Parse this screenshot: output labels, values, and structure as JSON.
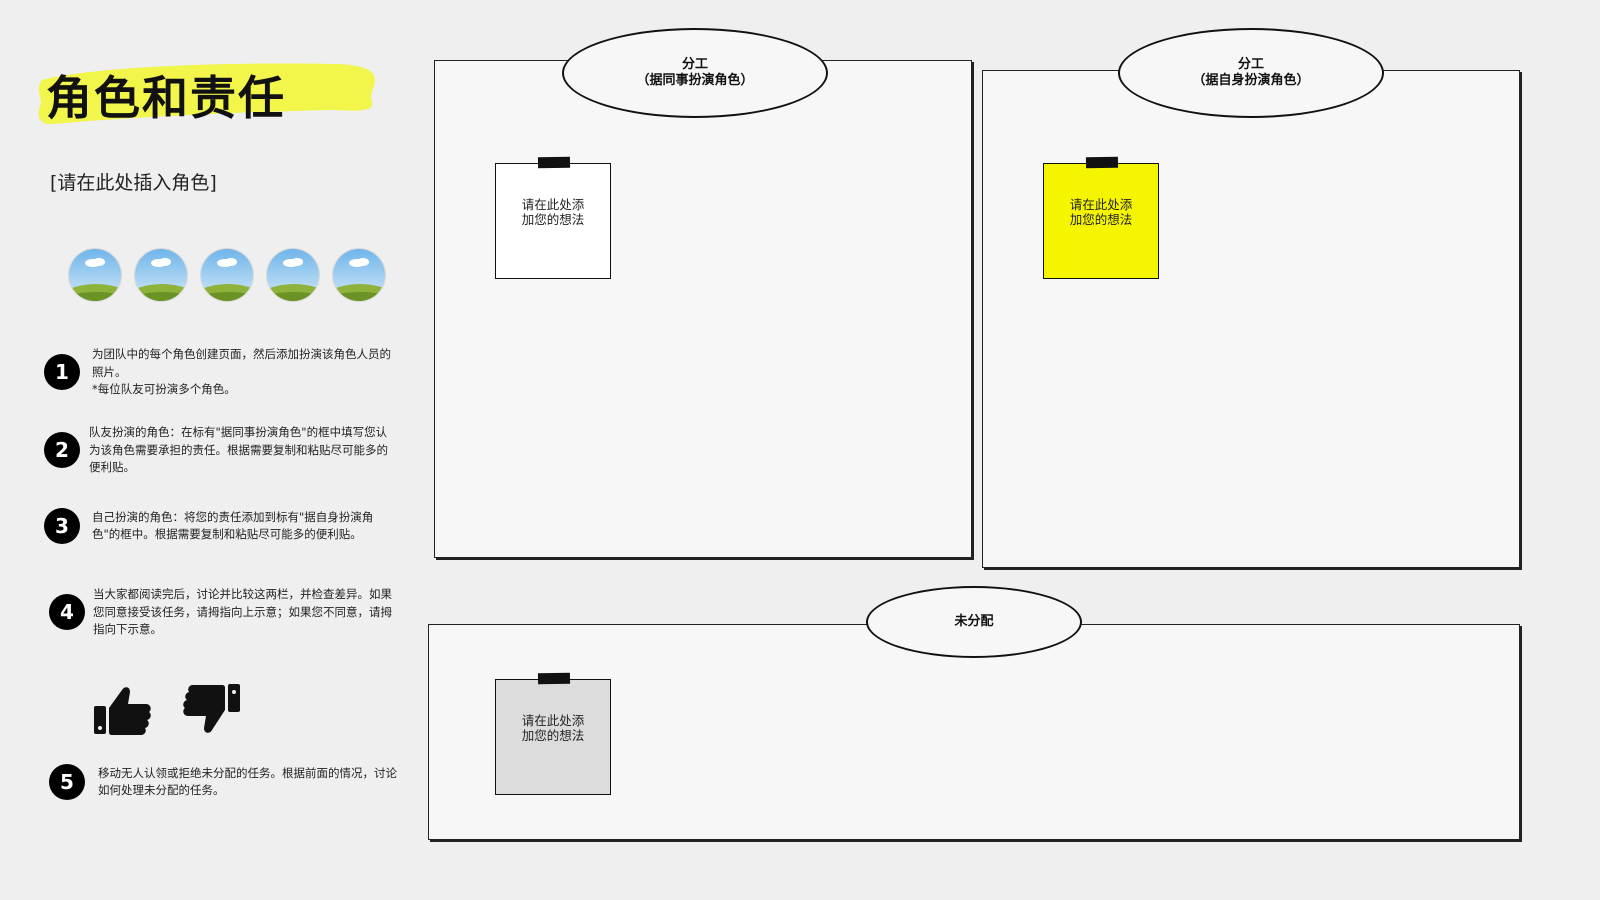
{
  "header": {
    "title": "角色和责任",
    "highlight_color": "#f2f54a"
  },
  "roles": {
    "placeholder": "[请在此处插入角色]",
    "avatar_count": 5,
    "avatar_icon": "landscape-photo-placeholder-icon"
  },
  "steps": [
    {
      "number": "1",
      "text": "为团队中的每个角色创建页面，然后添加扮演该角色人员的照片。\n*每位队友可扮演多个角色。"
    },
    {
      "number": "2",
      "text": "队友扮演的角色：在标有\"据同事扮演角色\"的框中填写您认为该角色需要承担的责任。根据需要复制和粘贴尽可能多的便利贴。"
    },
    {
      "number": "3",
      "text": "自己扮演的角色：将您的责任添加到标有\"据自身扮演角色\"的框中。根据需要复制和粘贴尽可能多的便利贴。"
    },
    {
      "number": "4",
      "text": "当大家都阅读完后，讨论并比较这两栏，并检查差异。如果您同意接受该任务，请拇指向上示意；如果您不同意，请拇指向下示意。"
    },
    {
      "number": "5",
      "text": "移动无人认领或拒绝未分配的任务。根据前面的情况，讨论如何处理未分配的任务。"
    }
  ],
  "icons": {
    "thumb_up": "thumbs-up-icon",
    "thumb_down": "thumbs-down-icon"
  },
  "boards": {
    "colleagues": {
      "title_line1": "分工",
      "title_line2": "（据同事扮演角色）",
      "note_text": "请在此处添加您的想法",
      "note_color": "#ffffff"
    },
    "self": {
      "title_line1": "分工",
      "title_line2": "（据自身扮演角色）",
      "note_text": "请在此处添加您的想法",
      "note_color": "#f5f500"
    },
    "unassigned": {
      "title_line1": "未分配",
      "note_text": "请在此处添加您的想法",
      "note_color": "#dcdcdc"
    }
  }
}
